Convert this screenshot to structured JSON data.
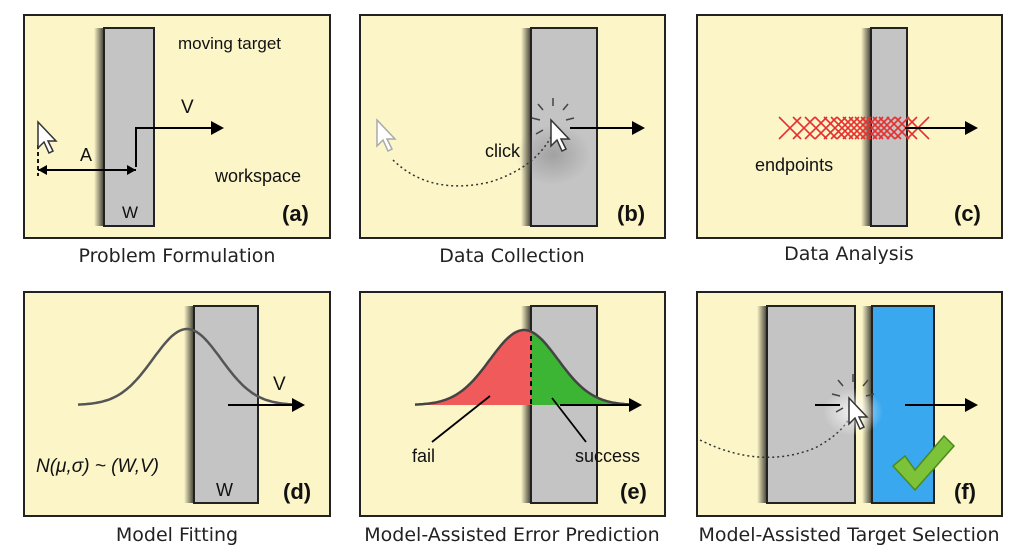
{
  "panels": [
    {
      "tag": "(a)",
      "caption": "Problem Formulation",
      "labels": {
        "moving_target": "moving target",
        "velocity": "V",
        "amplitude": "A",
        "workspace": "workspace",
        "width": "W"
      }
    },
    {
      "tag": "(b)",
      "caption": "Data Collection",
      "labels": {
        "click": "click"
      }
    },
    {
      "tag": "(c)",
      "caption": "Data Analysis",
      "labels": {
        "endpoints": "endpoints"
      }
    },
    {
      "tag": "(d)",
      "caption": "Model Fitting",
      "labels": {
        "velocity": "V",
        "width": "W",
        "formula": "N(μ,σ) ~ (W,V)"
      }
    },
    {
      "tag": "(e)",
      "caption": "Model-Assisted Error Prediction",
      "labels": {
        "fail": "fail",
        "success": "success"
      }
    },
    {
      "tag": "(f)",
      "caption": "Model-Assisted Target Selection",
      "labels": {}
    }
  ],
  "colors": {
    "panel_bg": "#fbf5c8",
    "target_gray": "#c4c4c4",
    "endpoint_red": "#e53030",
    "fail_red": "#f05a5a",
    "success_green": "#3db534",
    "selected_blue": "#3aa8ee",
    "check_green": "#7cc33a"
  }
}
